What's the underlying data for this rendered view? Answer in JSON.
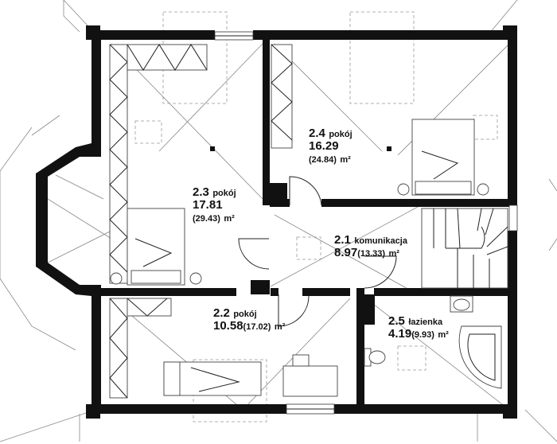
{
  "rooms": [
    {
      "id": "2.1",
      "name": "komunikacja",
      "area": "8.97",
      "total": "(13.33)",
      "unit": "m²"
    },
    {
      "id": "2.2",
      "name": "pokój",
      "area": "10.58",
      "total": "(17.02)",
      "unit": "m²"
    },
    {
      "id": "2.3",
      "name": "pokój",
      "area": "17.81",
      "total": "(29.43)",
      "unit": "m²"
    },
    {
      "id": "2.4",
      "name": "pokój",
      "area": "16.29",
      "total": "(24.84)",
      "unit": "m²"
    },
    {
      "id": "2.5",
      "name": "łazienka",
      "area": "4.19",
      "total": "(9.93)",
      "unit": "m²"
    }
  ],
  "colors": {
    "walls": "#111111",
    "background": "#ffffff",
    "roof_lines": "#888888"
  }
}
